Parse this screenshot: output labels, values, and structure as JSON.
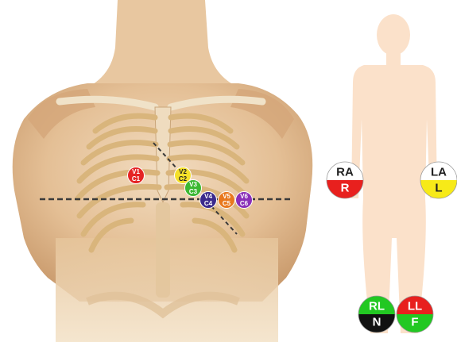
{
  "chest_electrodes": [
    {
      "id": "v1",
      "top": "V1",
      "bottom": "C1",
      "color": "#e52424",
      "text_color": "#ffffff"
    },
    {
      "id": "v2",
      "top": "V2",
      "bottom": "C2",
      "color": "#f5e02a",
      "text_color": "#222222"
    },
    {
      "id": "v3",
      "top": "V3",
      "bottom": "C3",
      "color": "#3cb832",
      "text_color": "#ffffff"
    },
    {
      "id": "v4",
      "top": "V4",
      "bottom": "C4",
      "color": "#3b2a8c",
      "text_color": "#ffffff"
    },
    {
      "id": "v5",
      "top": "V5",
      "bottom": "C5",
      "color": "#e8781e",
      "text_color": "#ffffff"
    },
    {
      "id": "v6",
      "top": "V6",
      "bottom": "C6",
      "color": "#8a2fb8",
      "text_color": "#ffffff"
    }
  ],
  "limb_electrodes": [
    {
      "id": "ra",
      "top": "RA",
      "bottom": "R",
      "top_color": "#ffffff",
      "bottom_color": "#e8201e",
      "top_text": "#222222",
      "bottom_text": "#ffffff"
    },
    {
      "id": "la",
      "top": "LA",
      "bottom": "L",
      "top_color": "#ffffff",
      "bottom_color": "#f7ea18",
      "top_text": "#222222",
      "bottom_text": "#222222"
    },
    {
      "id": "rl",
      "top": "RL",
      "bottom": "N",
      "top_color": "#22c822",
      "bottom_color": "#111111",
      "top_text": "#ffffff",
      "bottom_text": "#ffffff"
    },
    {
      "id": "ll",
      "top": "LL",
      "bottom": "F",
      "top_color": "#e8201e",
      "bottom_color": "#22c822",
      "top_text": "#ffffff",
      "bottom_text": "#ffffff"
    }
  ],
  "colors": {
    "skin": "#e9c9a3",
    "silhouette": "#fbe1ca",
    "rib": "#d9b57c",
    "guide_line": "#3a3a3a"
  }
}
